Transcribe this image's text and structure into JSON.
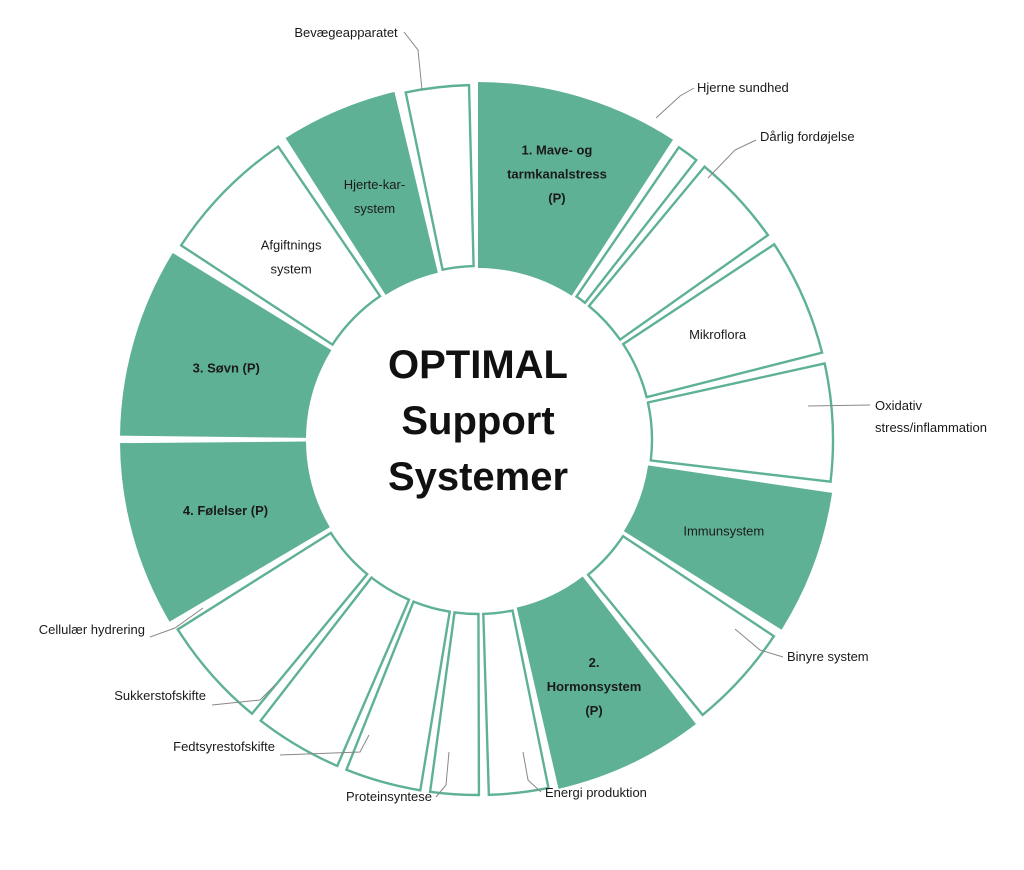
{
  "title_lines": [
    "OPTIMAL",
    "Support",
    "Systemer"
  ],
  "colors": {
    "accent": "#5fb196",
    "outline": "#5fb196",
    "leader": "#888888",
    "text": "#1a1a1a"
  },
  "segments": [
    {
      "id": "mave",
      "start": 0,
      "end": 33,
      "filled": true,
      "bold": true,
      "label_lines": [
        "1. Mave- og",
        "tarmkanalstress",
        "(P)"
      ]
    },
    {
      "id": "hjerne",
      "start": 34.2,
      "end": 38.2,
      "filled": false,
      "external_label": [
        "Hjerne sundhed"
      ]
    },
    {
      "id": "fordojelse",
      "start": 39.4,
      "end": 55,
      "filled": false,
      "external_label": [
        "Dårlig fordøjelse"
      ]
    },
    {
      "id": "mikroflora",
      "start": 56.3,
      "end": 76,
      "filled": false,
      "label_lines": [
        "Mikroflora"
      ]
    },
    {
      "id": "oxidativ",
      "start": 77.3,
      "end": 97,
      "filled": false,
      "external_label": [
        "Oxidativ",
        "stress/inflammation"
      ]
    },
    {
      "id": "immun",
      "start": 98.5,
      "end": 122,
      "filled": true,
      "label_lines": [
        "Immunsystem"
      ]
    },
    {
      "id": "binyre",
      "start": 123.3,
      "end": 141,
      "filled": false,
      "external_label": [
        "Binyre system"
      ]
    },
    {
      "id": "hormon",
      "start": 142.5,
      "end": 167,
      "filled": true,
      "bold": true,
      "label_lines": [
        "2.",
        "Hormonsystem",
        "(P)"
      ]
    },
    {
      "id": "energi",
      "start": 168.3,
      "end": 178.5,
      "filled": false,
      "external_label": [
        "Energi produktion"
      ]
    },
    {
      "id": "protein",
      "start": 179.6,
      "end": 188,
      "filled": false,
      "external_label": [
        "Proteinsyntese"
      ]
    },
    {
      "id": "fedtsyre",
      "start": 189.1,
      "end": 202,
      "filled": false,
      "external_label": [
        "Fedtsyrestofskifte"
      ]
    },
    {
      "id": "sukker",
      "start": 203.1,
      "end": 218,
      "filled": false,
      "external_label": [
        "Sukkerstofskifte"
      ]
    },
    {
      "id": "cellulaer",
      "start": 219.3,
      "end": 238,
      "filled": false,
      "external_label": [
        "Cellulær hydrering"
      ]
    },
    {
      "id": "folelser",
      "start": 239.5,
      "end": 269.5,
      "filled": true,
      "bold": true,
      "label_lines": [
        "4. Følelser (P)"
      ]
    },
    {
      "id": "sovn",
      "start": 270.7,
      "end": 301.5,
      "filled": true,
      "bold": true,
      "label_lines": [
        "3. Søvn (P)"
      ]
    },
    {
      "id": "afgiftning",
      "start": 303,
      "end": 326,
      "filled": false,
      "label_lines": [
        "Afgiftnings",
        "system"
      ]
    },
    {
      "id": "hjertekar",
      "start": 327.5,
      "end": 346.5,
      "filled": true,
      "label_lines": [
        "Hjerte-kar-",
        "system"
      ]
    },
    {
      "id": "bevaege",
      "start": 348,
      "end": 358.8,
      "filled": false,
      "external_label": [
        "Bevægeapparatet"
      ]
    }
  ]
}
